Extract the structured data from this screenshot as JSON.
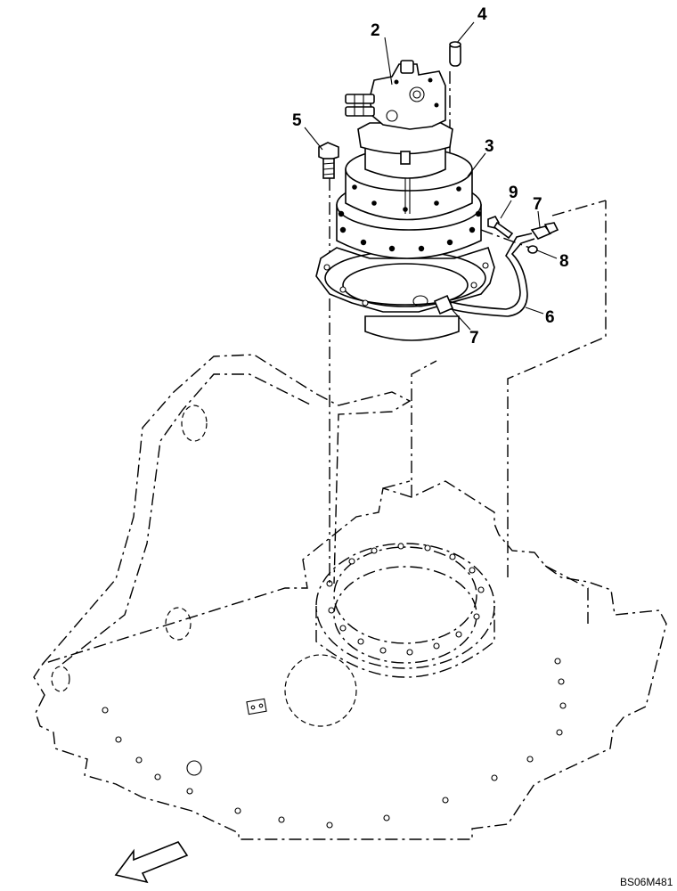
{
  "diagram": {
    "callouts": [
      {
        "id": "2",
        "label": "2"
      },
      {
        "id": "3",
        "label": "3"
      },
      {
        "id": "4",
        "label": "4"
      },
      {
        "id": "5",
        "label": "5"
      },
      {
        "id": "6",
        "label": "6"
      },
      {
        "id": "7a",
        "label": "7"
      },
      {
        "id": "7b",
        "label": "7"
      },
      {
        "id": "8",
        "label": "8"
      },
      {
        "id": "9",
        "label": "9"
      }
    ],
    "drawing_code": "BS06M481",
    "front_arrow_icon": "front-direction-arrow-icon"
  }
}
